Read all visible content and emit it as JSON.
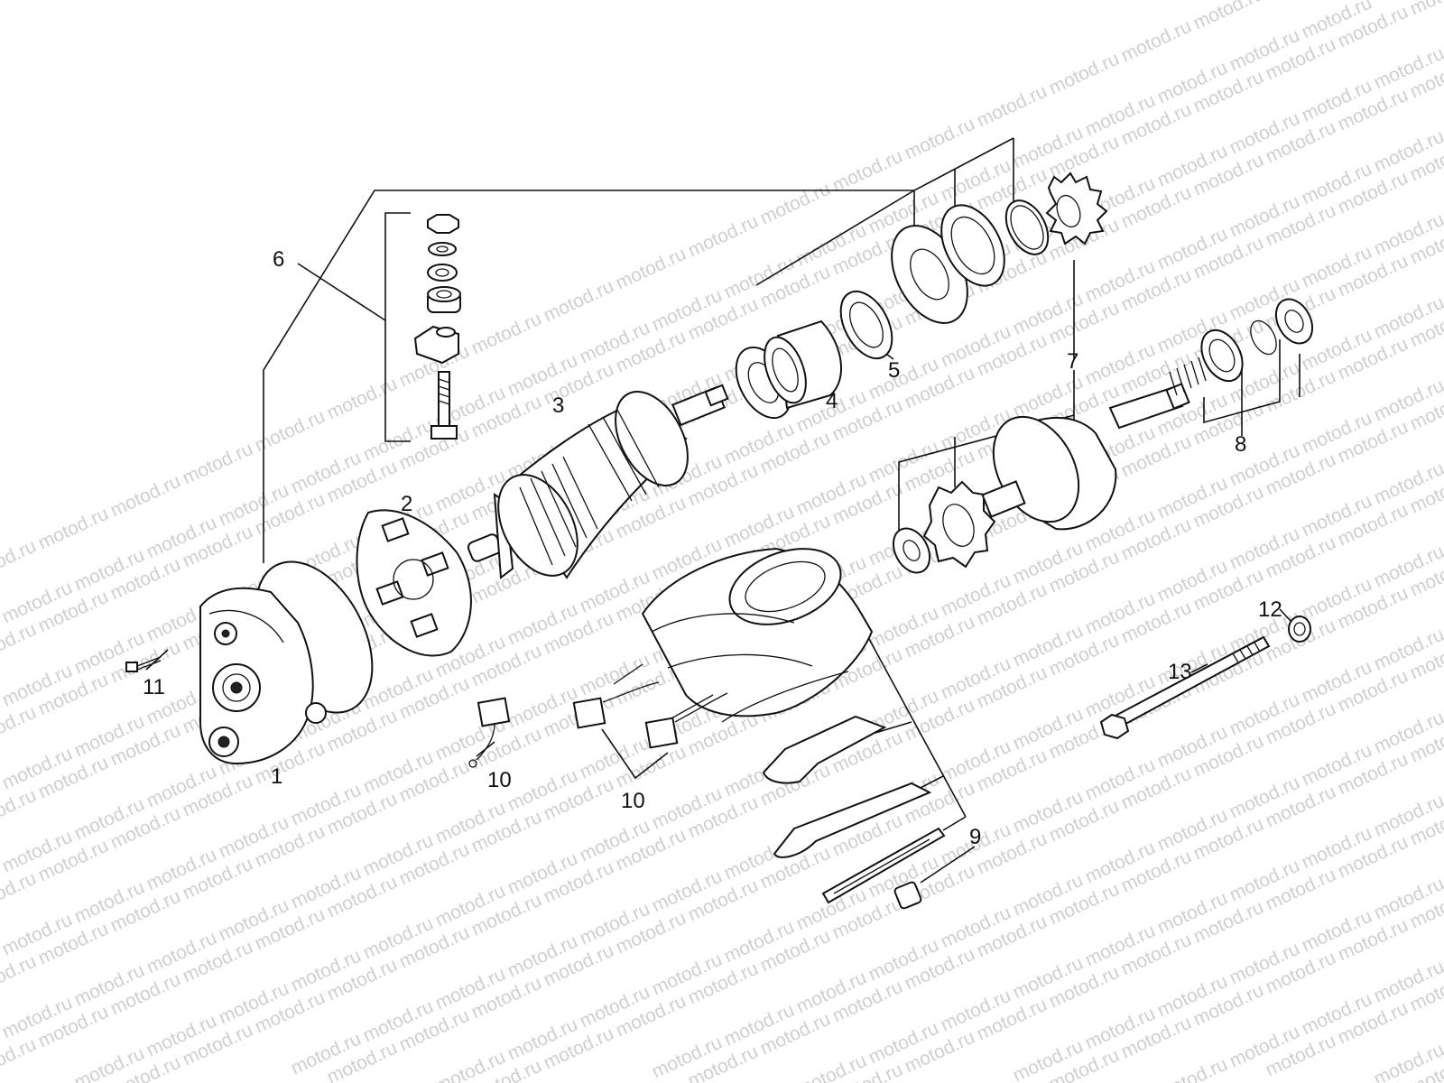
{
  "watermark": {
    "text": "motod.ru"
  },
  "callouts": {
    "c1": "1",
    "c2": "2",
    "c3": "3",
    "c4": "4",
    "c5": "5",
    "c6": "6",
    "c7": "7",
    "c8": "8",
    "c9": "9",
    "c10a": "10",
    "c10b": "10",
    "c11": "11",
    "c12": "12",
    "c13": "13"
  },
  "colors": {
    "ink": "#111111",
    "watermark": "#cfcfcf",
    "background": "#ffffff"
  }
}
